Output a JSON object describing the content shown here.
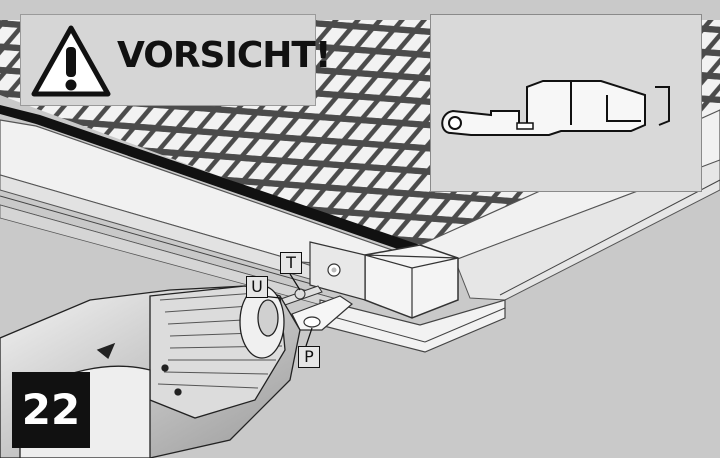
{
  "warning": {
    "label": "VORSICHT!",
    "icon": "warning-triangle-icon"
  },
  "step": {
    "number": "22"
  },
  "callouts": {
    "t": "T",
    "u": "U",
    "p": "P"
  },
  "colors": {
    "step_bg": "#111111",
    "background": "#c8c8c8",
    "mesh": "#555555"
  }
}
